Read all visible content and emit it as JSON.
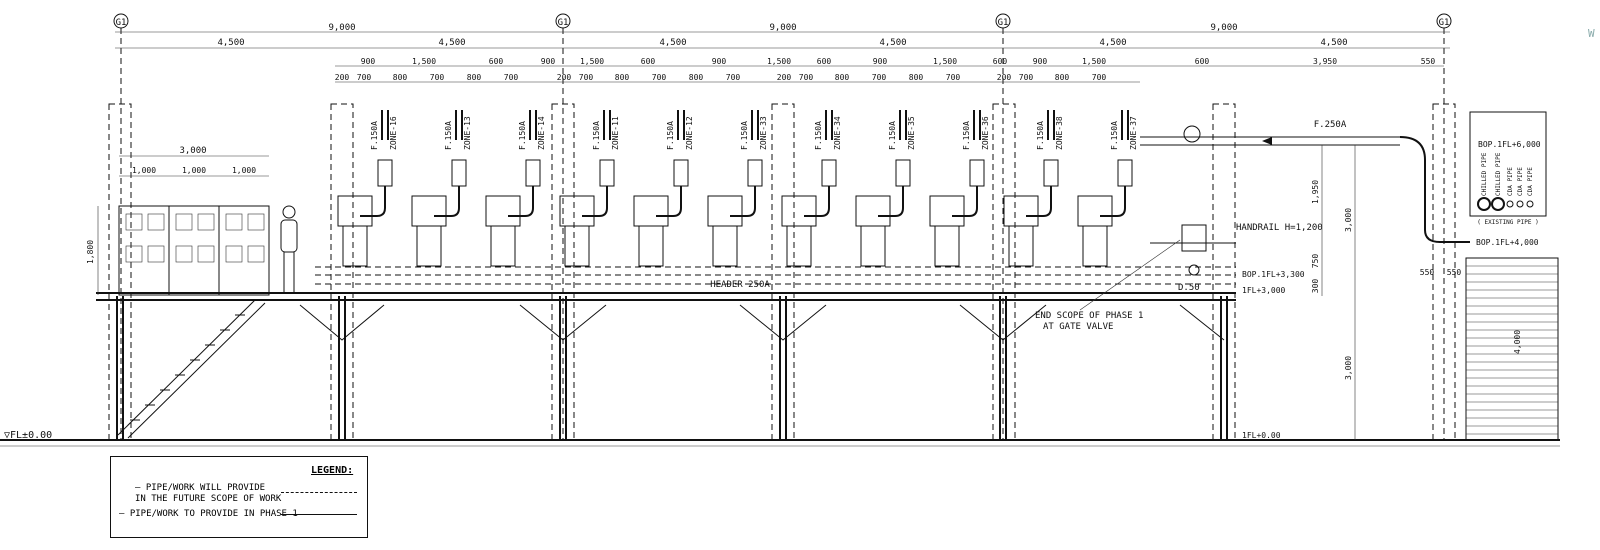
{
  "grid_bubble": "G1",
  "dims_top": [
    "9,000",
    "9,000",
    "9,000"
  ],
  "dims_half": [
    "4,500",
    "4,500",
    "4,500",
    "4,500",
    "4,500",
    "4,500"
  ],
  "dims_row3": [
    "900",
    "1,500",
    "600",
    "900",
    "1,500",
    "600",
    "900",
    "1,500",
    "600",
    "900",
    "1,500",
    "600",
    "900",
    "1,500",
    "600",
    "3,950",
    "550"
  ],
  "dims_row4": [
    "200",
    "700",
    "800",
    "700",
    "800",
    "700"
  ],
  "pipe_label": "F.150A",
  "zones": [
    "ZONE-16",
    "ZONE-13",
    "ZONE-14",
    "ZONE-11",
    "ZONE-12",
    "ZONE-33",
    "ZONE-34",
    "ZONE-35",
    "ZONE-36",
    "ZONE-38",
    "ZONE-37"
  ],
  "main_pipe": "F.250A",
  "header_label": "HEADER 250A",
  "handrail": "HANDRAIL H=1,200",
  "end_scope_1": "END SCOPE OF PHASE 1",
  "end_scope_2": "AT GATE VALVE",
  "drain": "D.50",
  "bop_6000": "BOP.1FL+6,000",
  "bop_4000": "BOP.1FL+4,000",
  "bop_3300": "BOP.1FL+3,300",
  "fl_3000": "1FL+3,000",
  "fl_0_right": "1FL+0.00",
  "fl_0_left": "▽FL±0.00",
  "panel_width": "3,000",
  "panel_cells": [
    "1,000",
    "1,000",
    "1,000"
  ],
  "panel_height": "1,800",
  "v_1950": "1,950",
  "v_3000a": "3,000",
  "v_750": "750",
  "v_300": "300",
  "v_3000b": "3,000",
  "v_4000": "4,000",
  "dims_550": [
    "550",
    "550"
  ],
  "existing_pipes": [
    "CHILLED PIPE",
    "CHILLED PIPE",
    "CDA PIPE",
    "CDA PIPE",
    "CDA PIPE"
  ],
  "existing_label": "( EXISTING PIPE )",
  "legend": {
    "title": "LEGEND:",
    "line1a": "— PIPE/WORK WILL PROVIDE",
    "line1b": "IN THE FUTURE SCOPE OF WORK",
    "line2": "— PIPE/WORK TO PROVIDE IN PHASE 1"
  },
  "corner_mark": "W"
}
